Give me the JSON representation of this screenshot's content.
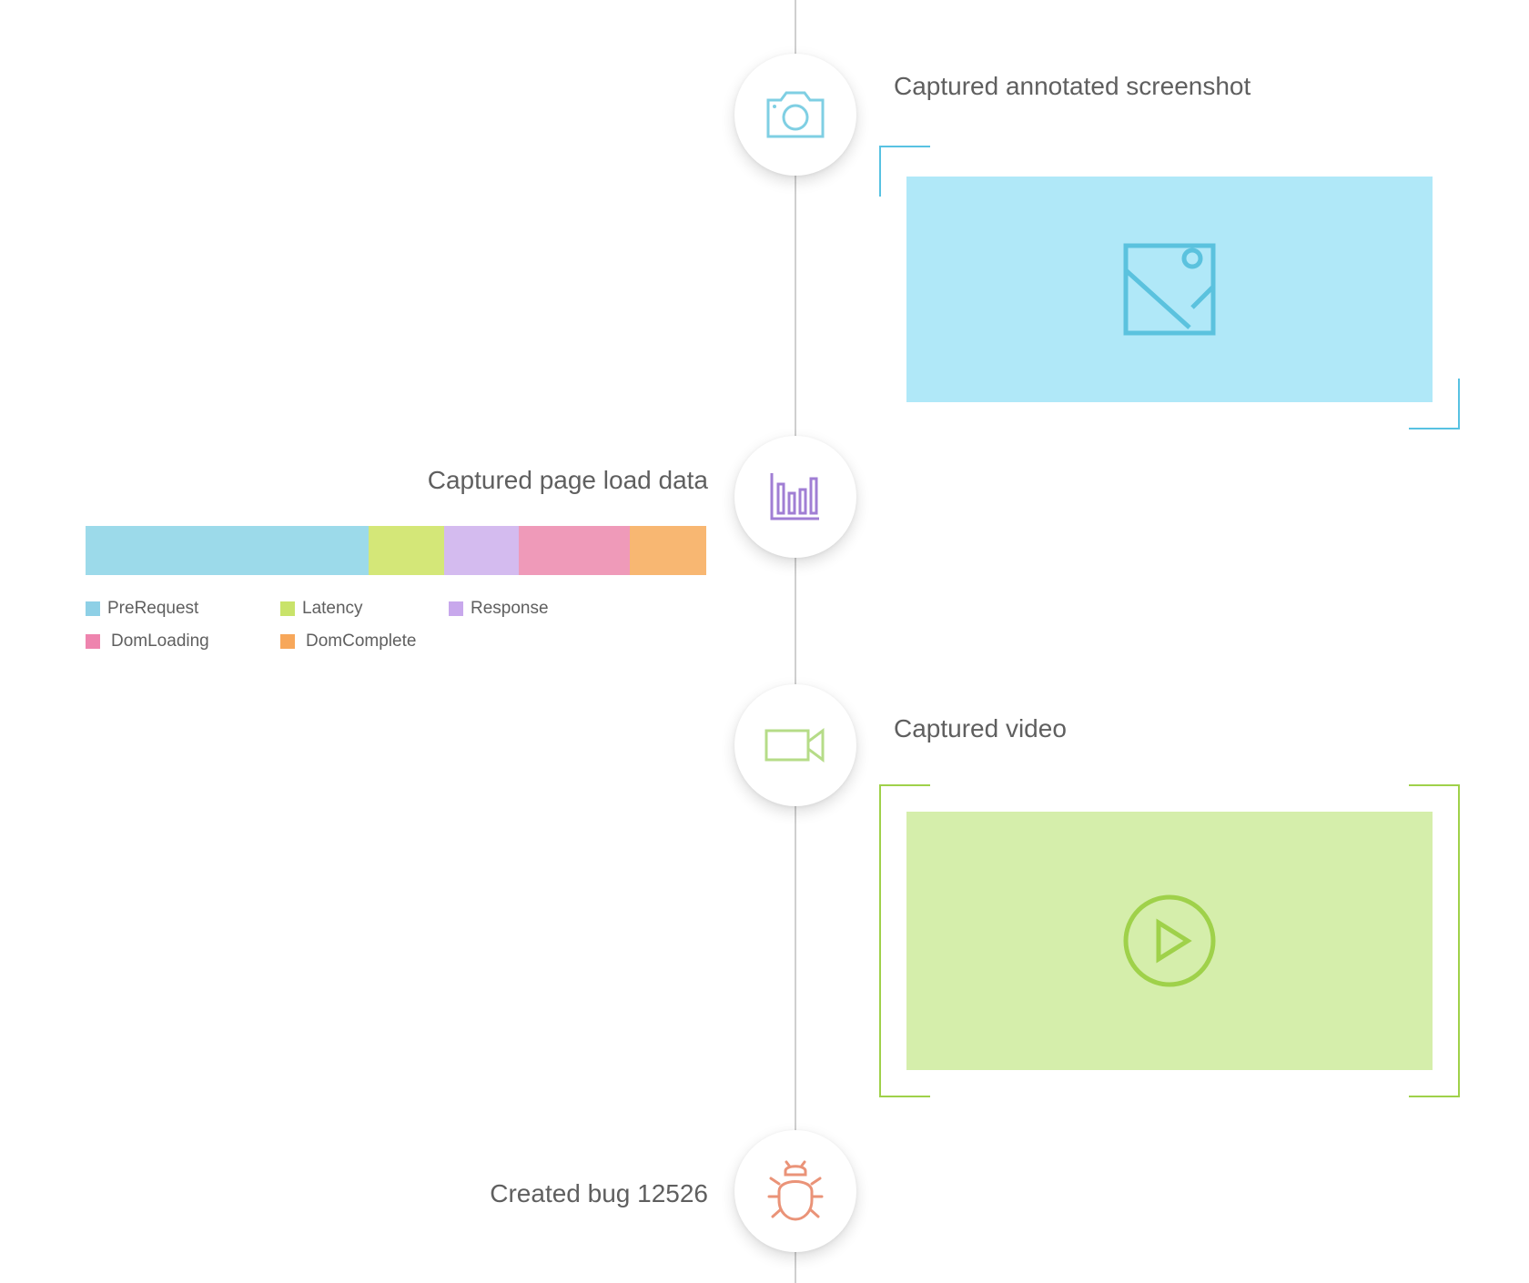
{
  "colors": {
    "line": "#cfcfcf",
    "screenshot_accent": "#58c2e2",
    "screenshot_fill": "#b0e8f8",
    "video_accent": "#9fd14a",
    "video_fill": "#d5eeab",
    "pageload_icon": "#9b77cf",
    "bug_icon": "#ea9378"
  },
  "events": [
    {
      "icon": "camera-icon",
      "title": "Captured annotated screenshot",
      "side": "right"
    },
    {
      "icon": "bar-chart-icon",
      "title": "Captured page load data",
      "side": "left"
    },
    {
      "icon": "video-camera-icon",
      "title": "Captured video",
      "side": "right"
    },
    {
      "icon": "bug-icon",
      "title": "Created bug 12526",
      "side": "left"
    }
  ],
  "screenshot_preview": {
    "icon": "image-icon"
  },
  "video_preview": {
    "icon": "play-icon"
  },
  "page_load": {
    "segments": [
      {
        "name": "PreRequest",
        "color": "#9cdaea",
        "share": 0.456
      },
      {
        "name": "Latency",
        "color": "#d4e778",
        "share": 0.122
      },
      {
        "name": "Response",
        "color": "#d4bbef",
        "share": 0.12
      },
      {
        "name": "DomLoading",
        "color": "#ef9ab9",
        "share": 0.179
      },
      {
        "name": "DomComplete",
        "color": "#f8b772",
        "share": 0.123
      }
    ],
    "legend": [
      {
        "label": "PreRequest",
        "color": "#8ed0e6"
      },
      {
        "label": "Latency",
        "color": "#c9e36a"
      },
      {
        "label": "Response",
        "color": "#c8a8ec"
      },
      {
        "label": "DomLoading",
        "color": "#ee84ae"
      },
      {
        "label": "DomComplete",
        "color": "#f7a75a"
      }
    ]
  }
}
